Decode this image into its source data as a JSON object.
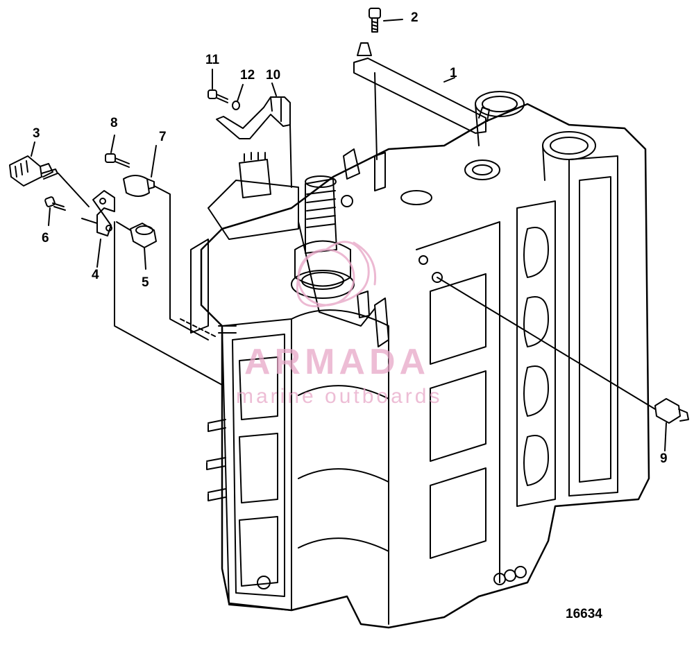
{
  "callouts": [
    {
      "id": "1",
      "label": "1"
    },
    {
      "id": "2",
      "label": "2"
    },
    {
      "id": "3",
      "label": "3"
    },
    {
      "id": "4",
      "label": "4"
    },
    {
      "id": "5",
      "label": "5"
    },
    {
      "id": "6",
      "label": "6"
    },
    {
      "id": "7",
      "label": "7"
    },
    {
      "id": "8",
      "label": "8"
    },
    {
      "id": "9",
      "label": "9"
    },
    {
      "id": "10",
      "label": "10"
    },
    {
      "id": "11",
      "label": "11"
    },
    {
      "id": "12",
      "label": "12"
    }
  ],
  "diagram_id": "16634",
  "watermark": {
    "main": "ARMADA",
    "sub": "marine outboards",
    "color": "#e8a8c8"
  }
}
